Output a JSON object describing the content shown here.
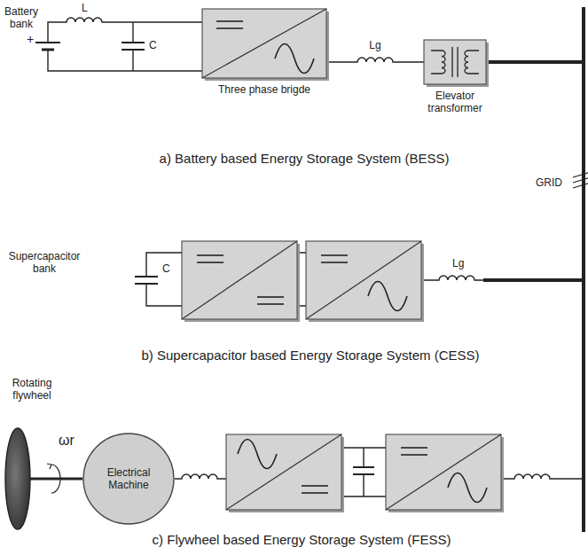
{
  "diagram": {
    "nodes": [
      {
        "text": [
          "Three phase brigde"
        ]
      },
      {
        "text": [
          "Elevator transformer"
        ]
      },
      {
        "text": [
          "Electrical Machine"
        ]
      }
    ],
    "edges": [
      {
        "from": 0,
        "to": 1,
        "label": "Lg",
        "arrow": "none"
      }
    ],
    "labels": [
      "Battery bank",
      "+",
      "L",
      "C",
      "a) Battery based Energy Storage System (BESS)",
      "GRID",
      "Supercapacitor bank",
      "C",
      "Lg",
      "b) Supercapacitor based Energy Storage System (CESS)",
      "Rotating flywheel",
      "ωr",
      "c) Flywheel based Energy Storage System (FESS)"
    ]
  }
}
